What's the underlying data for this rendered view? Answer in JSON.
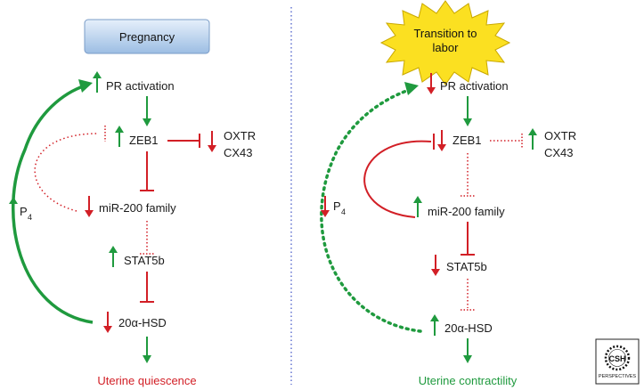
{
  "left": {
    "header": "Pregnancy",
    "nodes": {
      "pr": "PR activation",
      "zeb1": "ZEB1",
      "oxtr": "OXTR",
      "cx43": "CX43",
      "mir": "miR-200 family",
      "stat": "STAT5b",
      "hsd": "20α-HSD",
      "p4_main": "P",
      "p4_sub": "4"
    },
    "outcome": "Uterine quiescence"
  },
  "right": {
    "header_line1": "Transition to",
    "header_line2": "labor",
    "nodes": {
      "pr": "PR activation",
      "zeb1": "ZEB1",
      "oxtr": "OXTR",
      "cx43": "CX43",
      "mir": "miR-200 family",
      "stat": "STAT5b",
      "hsd": "20α-HSD",
      "p4_main": "P",
      "p4_sub": "4"
    },
    "outcome": "Uterine contractility"
  },
  "logo": {
    "line1": "CSH",
    "line2": "PERSPECTIVES"
  },
  "colors": {
    "up": "#1f9a3e",
    "down": "#d21f26",
    "divider": "#3b4fc4",
    "header_box": "#bcd4ef",
    "starburst": "#fbe021"
  }
}
